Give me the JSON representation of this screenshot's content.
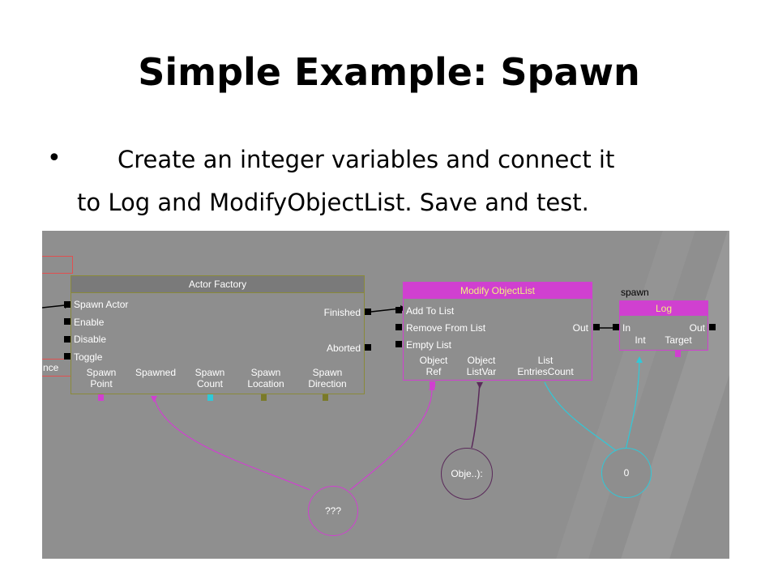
{
  "slide": {
    "title": "Simple Example: Spawn",
    "bullet_symbol": "•",
    "bullet_line1": "Create an integer variables and connect it",
    "bullet_line2": "to Log and ModifyObjectList. Save and test."
  },
  "graph": {
    "offscreen_fragment": "nce",
    "actor_factory": {
      "title": "Actor Factory",
      "inputs": [
        "Spawn Actor",
        "Enable",
        "Disable",
        "Toggle"
      ],
      "outputs": [
        "Finished",
        "Aborted"
      ],
      "vars": [
        {
          "line1": "Spawn",
          "line2": "Point"
        },
        {
          "line1": "Spawned",
          "line2": ""
        },
        {
          "line1": "Spawn",
          "line2": "Count"
        },
        {
          "line1": "Spawn",
          "line2": "Location"
        },
        {
          "line1": "Spawn",
          "line2": "Direction"
        }
      ]
    },
    "modify_objectlist": {
      "title": "Modify ObjectList",
      "inputs": [
        "Add To List",
        "Remove From List",
        "Empty List"
      ],
      "output": "Out",
      "vars": [
        {
          "line1": "Object",
          "line2": "Ref"
        },
        {
          "line1": "Object",
          "line2": "ListVar"
        },
        {
          "line1": "List",
          "line2": "EntriesCount"
        }
      ]
    },
    "log": {
      "comment": "spawn",
      "title": "Log",
      "input": "In",
      "output": "Out",
      "vars": [
        "Int",
        "Target"
      ]
    },
    "variables": {
      "unknown": "???",
      "object_list": "Obje..):",
      "int_value": "0"
    },
    "colors": {
      "canvas": "#8f8f8f",
      "actor_factory_border": "#8a8a3a",
      "modify_border": "#d040d0",
      "magenta_link": "#d040d0",
      "cyan_link": "#30c8d8",
      "purple_link": "#5a2a5a",
      "olive": "#7a7a2a"
    }
  }
}
